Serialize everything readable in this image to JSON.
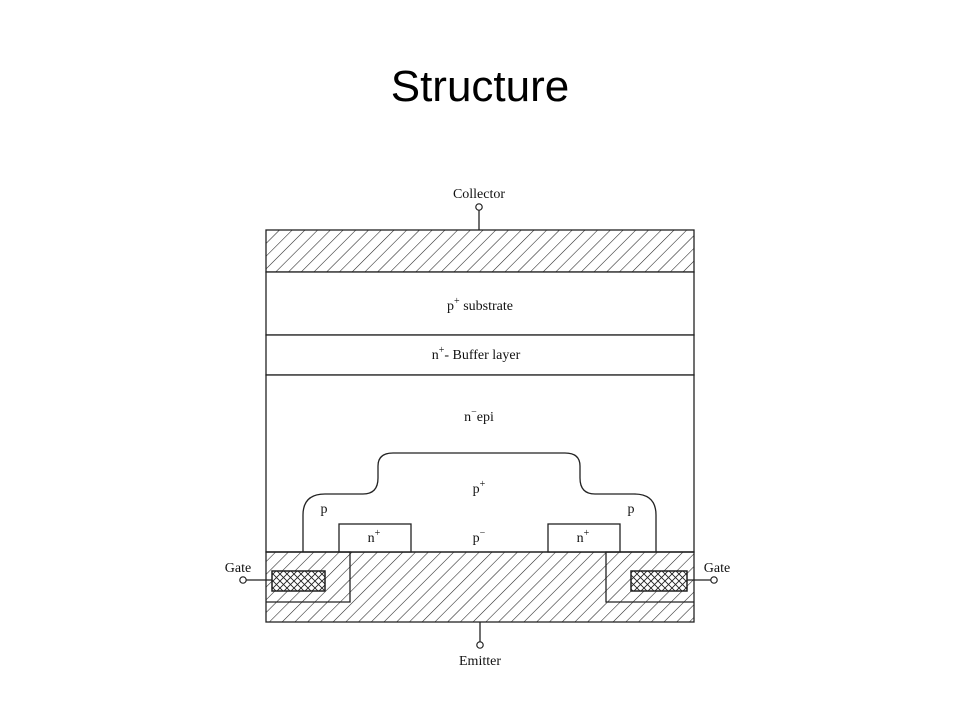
{
  "slide": {
    "title": "Structure"
  },
  "diagram": {
    "terminals": {
      "collector": "Collector",
      "emitter": "Emitter",
      "gate_left": "Gate",
      "gate_right": "Gate"
    },
    "layers": {
      "substrate": {
        "base": "p",
        "sup": "+",
        "suffix": " substrate"
      },
      "buffer": {
        "base": "n",
        "sup": "+",
        "suffix": "- Buffer layer"
      },
      "epi": {
        "base": "n",
        "sup": "−",
        "suffix": "epi"
      },
      "p_plus_region": {
        "base": "p",
        "sup": "+"
      },
      "p_left": "p",
      "p_right": "p",
      "p_minus": {
        "base": "p",
        "sup": "−"
      },
      "n_plus_left": {
        "base": "n",
        "sup": "+"
      },
      "n_plus_right": {
        "base": "n",
        "sup": "+"
      }
    }
  }
}
